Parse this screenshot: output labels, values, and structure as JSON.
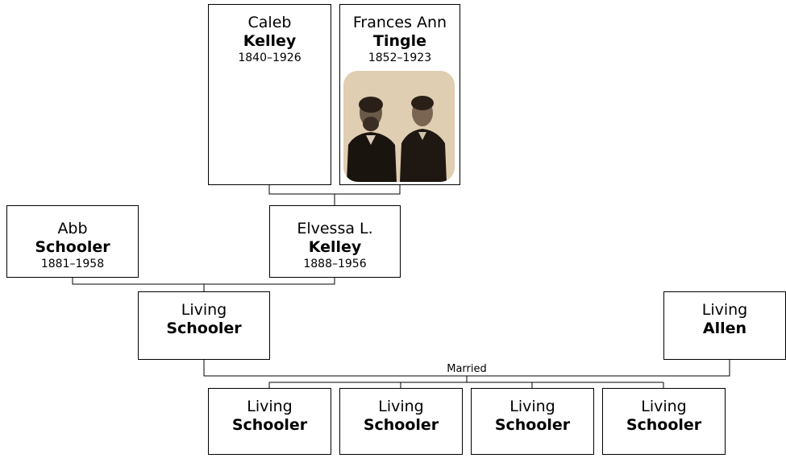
{
  "people": {
    "caleb": {
      "first": "Caleb",
      "last": "Kelley",
      "dates": "1840–1926"
    },
    "frances": {
      "first": "Frances Ann",
      "last": "Tingle",
      "dates": "1852–1923"
    },
    "abb": {
      "first": "Abb",
      "last": "Schooler",
      "dates": "1881–1958"
    },
    "elvessa": {
      "first": "Elvessa L.",
      "last": "Kelley",
      "dates": "1888–1956"
    },
    "living_schooler": {
      "first": "Living",
      "last": "Schooler"
    },
    "living_allen": {
      "first": "Living",
      "last": "Allen"
    },
    "children": [
      {
        "first": "Living",
        "last": "Schooler"
      },
      {
        "first": "Living",
        "last": "Schooler"
      },
      {
        "first": "Living",
        "last": "Schooler"
      },
      {
        "first": "Living",
        "last": "Schooler"
      }
    ]
  },
  "relation_label": "Married",
  "colors": {
    "line": "#000000",
    "photo_tone": "#e8d8c0"
  }
}
